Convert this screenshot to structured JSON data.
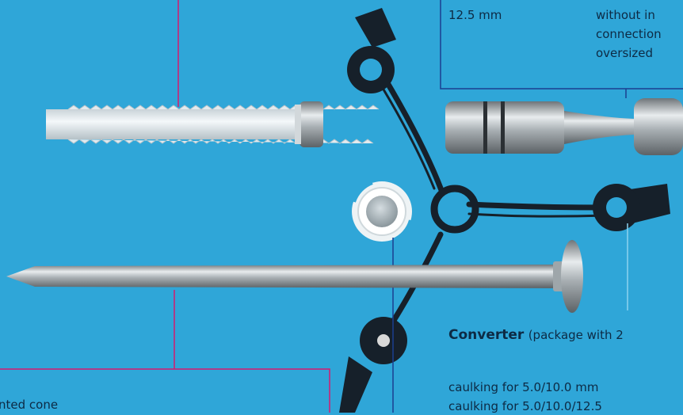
{
  "spec_table": {
    "size": "12.5 mm",
    "desc_lines": [
      "without in",
      "connection",
      "oversized"
    ]
  },
  "converter": {
    "title": "Converter",
    "note": "(package with 2",
    "lines": [
      "caulking for 5.0/10.0 mm",
      "caulking for 5.0/10.0/12.5"
    ]
  },
  "cone_caption": "nted cone",
  "colors": {
    "background": "#2fa6d8",
    "leader_magenta": "#d6186f",
    "leader_navy": "#1b3f8f",
    "frame_dark": "#16202a"
  }
}
